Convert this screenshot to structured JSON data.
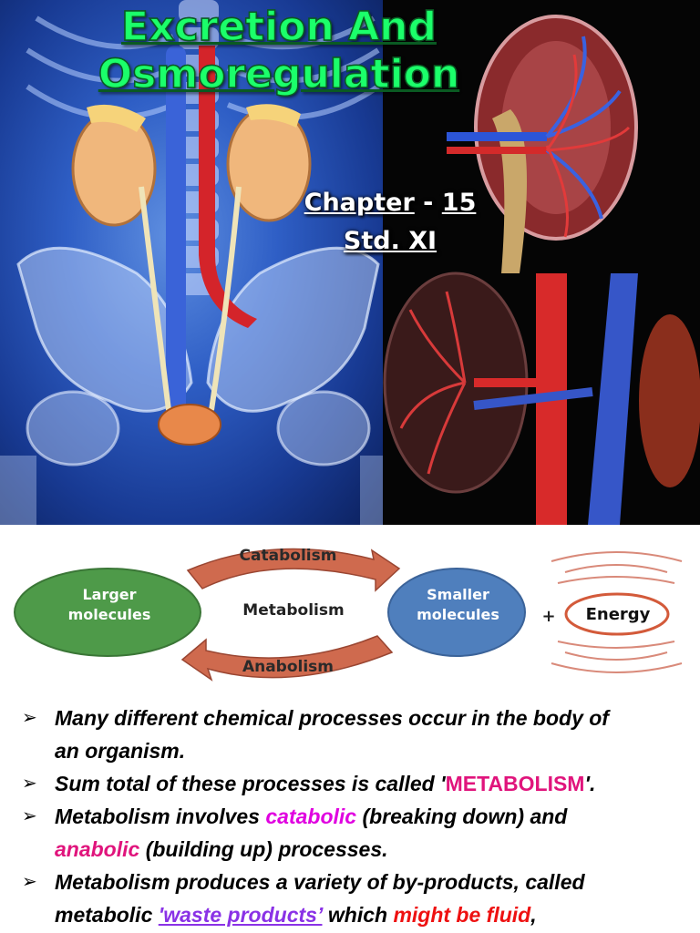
{
  "slide": {
    "title_line1": "Excretion And",
    "title_line2": "Osmoregulation",
    "chapter_label": "Chapter",
    "chapter_dash": " - ",
    "chapter_number": "15",
    "standard": "Std. XI"
  },
  "diagram": {
    "larger_line1": "Larger",
    "larger_line2": "molecules",
    "metabolism": "Metabolism",
    "smaller_line1": "Smaller",
    "smaller_line2": "molecules",
    "catabolism": "Catabolism",
    "anabolism": "Anabolism",
    "plus": "+",
    "energy": "Energy"
  },
  "bullets": {
    "b1_line1": "Many different chemical processes occur in the body of",
    "b1_line2": "an organism.",
    "b2_pre": "Sum total of these processes is called '",
    "b2_hl": "METABOLISM",
    "b2_post": "'.",
    "b3_pre": "Metabolism involves ",
    "b3_hl1": "catabolic",
    "b3_mid": " (breaking down) and",
    "b3_hl2": "anabolic",
    "b3_post": " (building up) processes.",
    "b4_line1": "Metabolism produces a variety of by-products, called",
    "b4_pre": "metabolic ",
    "b4_hl1": "'waste products’",
    "b4_mid": " which ",
    "b4_hl2": "might be fluid",
    "b4_post": ","
  },
  "colors": {
    "title_green": "#1bff6a",
    "larger_ellipse": "#4e9a49",
    "smaller_ellipse": "#4f7fbd",
    "arrow_orange": "#cf6a4e",
    "highlight_magenta": "#e000e0",
    "highlight_pink": "#e0147c",
    "highlight_red": "#ee1111",
    "highlight_purple": "#8a32e6"
  }
}
